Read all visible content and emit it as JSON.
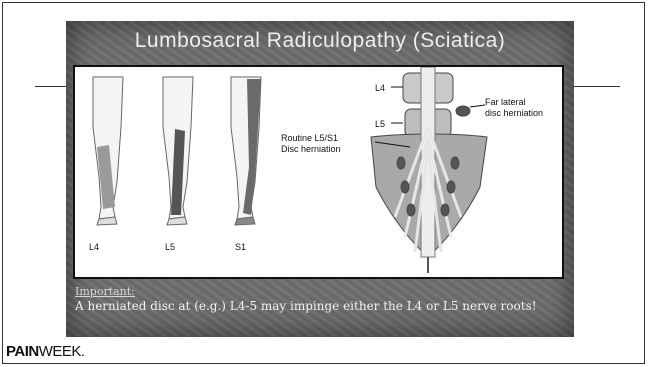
{
  "slide": {
    "title": "Lumbosacral Radiculopathy (Sciatica)",
    "diagram_labels": {
      "leg_l4": "L4",
      "leg_l5": "L5",
      "leg_s1": "S1",
      "spine_l4": "L4",
      "spine_l5": "L5",
      "far_lateral": "Far lateral\ndisc herniation",
      "routine": "Routine L5/S1\nDisc herniation"
    },
    "note_heading": "Important:",
    "note_text": "A herniated disc at (e.g.) L4-5 may impinge either the L4 or L5 nerve roots!"
  },
  "brand": {
    "logo_bold": "PAIN",
    "logo_light": "WEEK."
  }
}
